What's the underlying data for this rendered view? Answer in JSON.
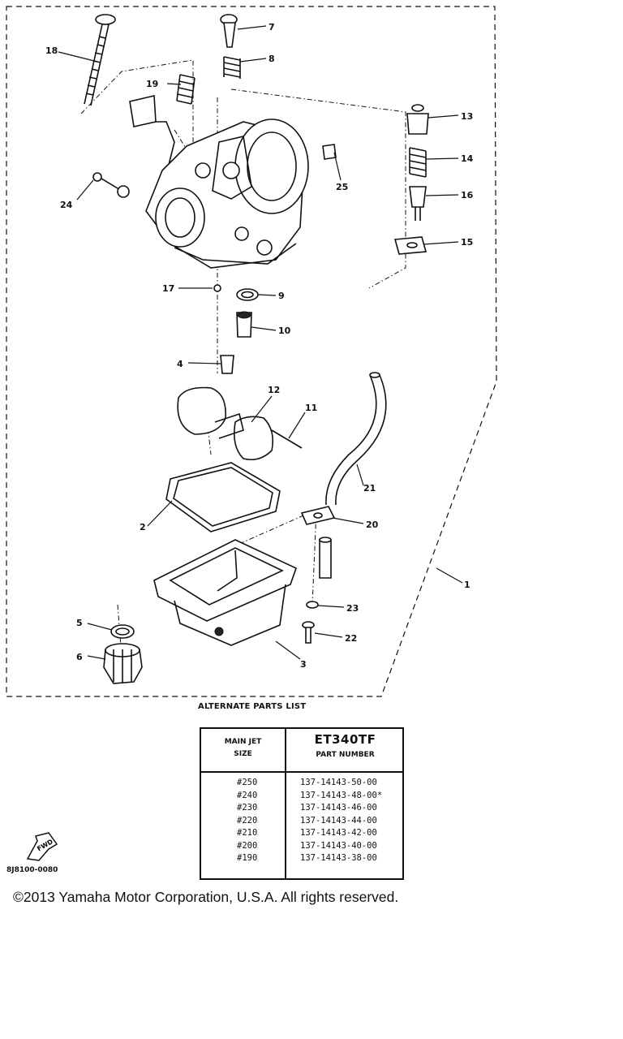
{
  "callouts": [
    "18",
    "7",
    "8",
    "19",
    "13",
    "14",
    "16",
    "25",
    "24",
    "15",
    "17",
    "9",
    "10",
    "4",
    "12",
    "11",
    "21",
    "2",
    "20",
    "1",
    "23",
    "5",
    "22",
    "6",
    "3"
  ],
  "alternate_parts": {
    "title": "ALTERNATE PARTS LIST",
    "left_header_line1": "MAIN JET",
    "left_header_line2": "SIZE",
    "model": "ET340TF",
    "right_header": "PART NUMBER",
    "rows": [
      {
        "size": "#250",
        "part": "137-14143-50-00"
      },
      {
        "size": "#240",
        "part": "137-14143-48-00*"
      },
      {
        "size": "#230",
        "part": "137-14143-46-00"
      },
      {
        "size": "#220",
        "part": "137-14143-44-00"
      },
      {
        "size": "#210",
        "part": "137-14143-42-00"
      },
      {
        "size": "#200",
        "part": "137-14143-40-00"
      },
      {
        "size": "#190",
        "part": "137-14143-38-00"
      }
    ]
  },
  "fwd_label": "FWD",
  "figure_code": "8J8100-0080",
  "copyright": "©2013 Yamaha Motor Corporation, U.S.A. All rights reserved."
}
